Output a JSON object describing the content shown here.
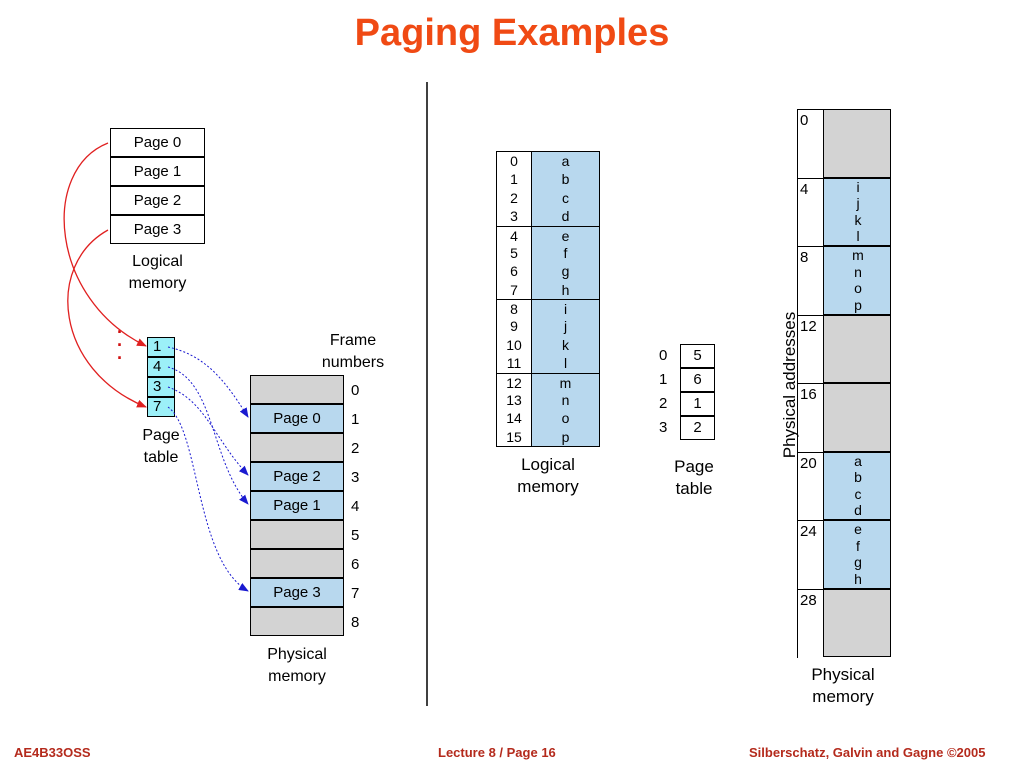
{
  "title": "Paging Examples",
  "left": {
    "logical_pages": [
      "Page 0",
      "Page 1",
      "Page 2",
      "Page 3"
    ],
    "logical_caption": [
      "Logical",
      "memory"
    ],
    "dots": "·\n·\n·",
    "page_table": [
      "1",
      "4",
      "3",
      "7"
    ],
    "page_table_caption": [
      "Page",
      "table"
    ],
    "frame_caption": [
      "Frame",
      "numbers"
    ],
    "frame_numbers": [
      "0",
      "1",
      "2",
      "3",
      "4",
      "5",
      "6",
      "7",
      "8"
    ],
    "frames": [
      "",
      "Page 0",
      "",
      "Page 2",
      "Page 1",
      "",
      "",
      "Page 3",
      ""
    ],
    "physical_caption": [
      "Physical",
      "memory"
    ]
  },
  "right": {
    "logical_rows": [
      {
        "n": "0",
        "c": "a"
      },
      {
        "n": "1",
        "c": "b"
      },
      {
        "n": "2",
        "c": "c"
      },
      {
        "n": "3",
        "c": "d"
      },
      {
        "n": "4",
        "c": "e"
      },
      {
        "n": "5",
        "c": "f"
      },
      {
        "n": "6",
        "c": "g"
      },
      {
        "n": "7",
        "c": "h"
      },
      {
        "n": "8",
        "c": "i"
      },
      {
        "n": "9",
        "c": "j"
      },
      {
        "n": "10",
        "c": "k"
      },
      {
        "n": "11",
        "c": "l"
      },
      {
        "n": "12",
        "c": "m"
      },
      {
        "n": "13",
        "c": "n"
      },
      {
        "n": "14",
        "c": "o"
      },
      {
        "n": "15",
        "c": "p"
      }
    ],
    "logical_caption": [
      "Logical",
      "memory"
    ],
    "page_table_index": [
      "0",
      "1",
      "2",
      "3"
    ],
    "page_table_values": [
      "5",
      "6",
      "1",
      "2"
    ],
    "page_table_caption": [
      "Page",
      "table"
    ],
    "physical_addresses": [
      "0",
      "4",
      "8",
      "12",
      "16",
      "20",
      "24",
      "28"
    ],
    "physical_frames": [
      [],
      [
        "i",
        "j",
        "k",
        "l"
      ],
      [
        "m",
        "n",
        "o",
        "p"
      ],
      [],
      [],
      [
        "a",
        "b",
        "c",
        "d"
      ],
      [
        "e",
        "f",
        "g",
        "h"
      ],
      []
    ],
    "physical_axis_label": "Physical addresses",
    "physical_caption": [
      "Physical",
      "memory"
    ]
  },
  "footer": {
    "left": "AE4B33OSS",
    "center": "Lecture 8 / Page 16",
    "right": "Silberschatz, Galvin and Gagne ©2005"
  },
  "colors": {
    "title": "#f04a14",
    "footer": "#b42a1c",
    "frame_blue": "#b8d8ee",
    "frame_grey": "#d3d3d3",
    "page_table_cyan": "#9cf0f8",
    "red_arrow": "#e02020",
    "blue_arrow": "#1a1ad0"
  }
}
